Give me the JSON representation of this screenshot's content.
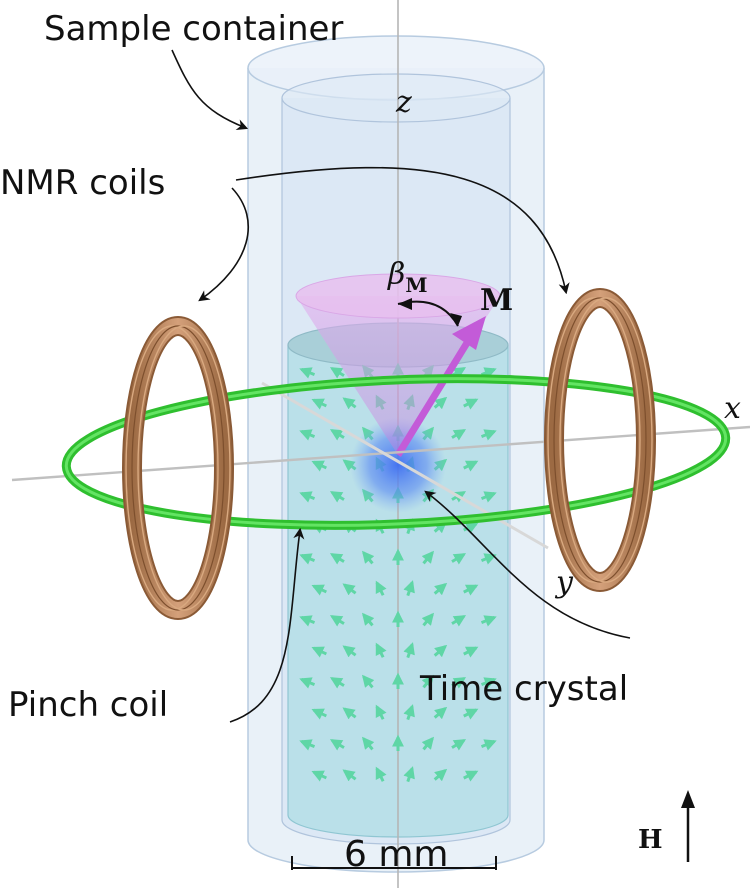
{
  "labels": {
    "sample_container": "Sample container",
    "nmr_coils": "NMR coils",
    "pinch_coil": "Pinch coil",
    "time_crystal": "Time crystal"
  },
  "axes": {
    "x": "x",
    "y": "y",
    "z": "z"
  },
  "magnetization": {
    "vector": "M",
    "angle_symbol": "β",
    "angle_subscript": "M"
  },
  "field": {
    "symbol": "H"
  },
  "scale_bar": {
    "label": "6 mm"
  },
  "colors": {
    "container": "#c9dcef",
    "inner_cylinder": "#8fd1d8",
    "coil": "#b98356",
    "pinch_coil": "#36d336",
    "arrows": "#5fd6a6",
    "cone": "#d79be6",
    "vector_arrow": "#c35bd8",
    "crystal": "#4f7ef0"
  }
}
